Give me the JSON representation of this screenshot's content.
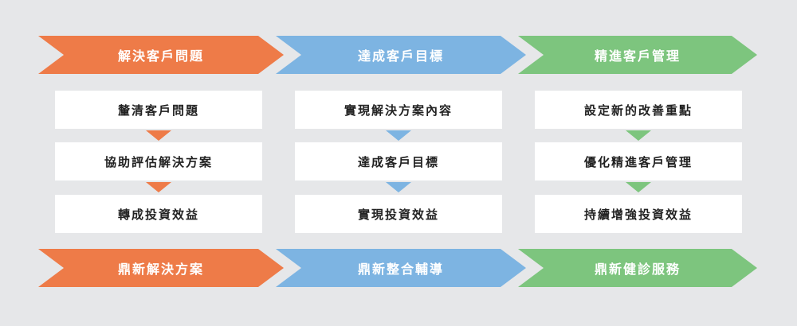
{
  "colors": {
    "orange": "#ee7b48",
    "blue": "#7db4e2",
    "green": "#7dc57e",
    "background": "#e6e7e9"
  },
  "columns": [
    {
      "header": "解決客戶問題",
      "steps": [
        "釐清客戶問題",
        "協助評估解決方案",
        "轉成投資效益"
      ],
      "footer": "鼎新解決方案"
    },
    {
      "header": "達成客戶目標",
      "steps": [
        "實現解決方案內容",
        "達成客戶目標",
        "實現投資效益"
      ],
      "footer": "鼎新整合輔導"
    },
    {
      "header": "精進客戶管理",
      "steps": [
        "設定新的改善重點",
        "優化精進客戶管理",
        "持續增強投資效益"
      ],
      "footer": "鼎新健診服務"
    }
  ]
}
